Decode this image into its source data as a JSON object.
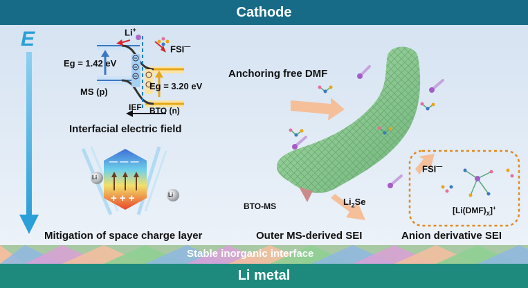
{
  "top_band": "Cathode",
  "bottom_band": "Li metal",
  "field_symbol": "E",
  "band_diagram": {
    "li_ion": "Li",
    "li_ion_charge": "+",
    "fsi_label": "FSI",
    "fsi_charge": "—",
    "eg_left": "Eg = 1.42 eV",
    "eg_right": "Eg = 3.20 eV",
    "ms_label": "MS (p)",
    "bto_label": "BTO (n)",
    "ief_label": "IEF",
    "caption": "Interfacial electric field"
  },
  "space_charge": {
    "li_left": "Li",
    "li_right": "Li",
    "minus_signs": "— — —",
    "plus_signs": "+ + +",
    "caption": "Mitigation of space charge layer"
  },
  "middle": {
    "anchoring": "Anchoring free DMF",
    "bto_ms": "BTO-MS",
    "li2se_base": "Li",
    "li2se_sub": "2",
    "li2se_tail": "Se",
    "caption": "Outer MS-derived SEI"
  },
  "anion": {
    "fsi_label": "FSI",
    "fsi_charge": "—",
    "complex_base": "[Li(DMF)",
    "complex_sub": "X",
    "complex_tail": "]",
    "complex_sup": "+",
    "caption": "Anion derivative SEI"
  },
  "interface_label": "Stable inorganic interface",
  "colors": {
    "top_band": "#176b86",
    "bottom_band": "#1d8a7d",
    "arrow_blue": "#2a9fd8",
    "tube_green": "#8fcf93",
    "dash_orange": "#e08a1e"
  }
}
